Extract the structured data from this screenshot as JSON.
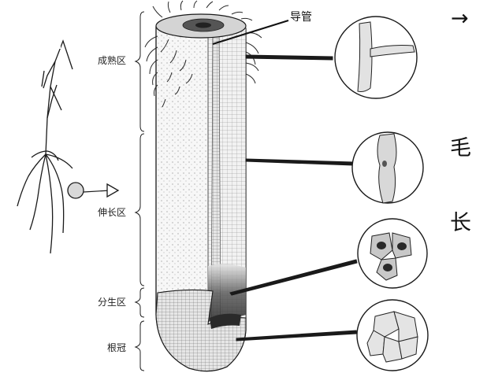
{
  "diagram": {
    "zones": [
      {
        "id": "maturation",
        "label": "成熟区"
      },
      {
        "id": "elongation",
        "label": "伸长区"
      },
      {
        "id": "meristem",
        "label": "分生区"
      },
      {
        "id": "root-cap",
        "label": "根冠"
      }
    ],
    "vessel_label": "导管",
    "side_text": {
      "arrow": "→",
      "char_1": "毛",
      "char_2": "长"
    }
  },
  "colors": {
    "ink": "#1a1a1a",
    "root_fill": "#eeeeee",
    "meristem_fill": "#9a9a9a",
    "background": "#ffffff"
  }
}
